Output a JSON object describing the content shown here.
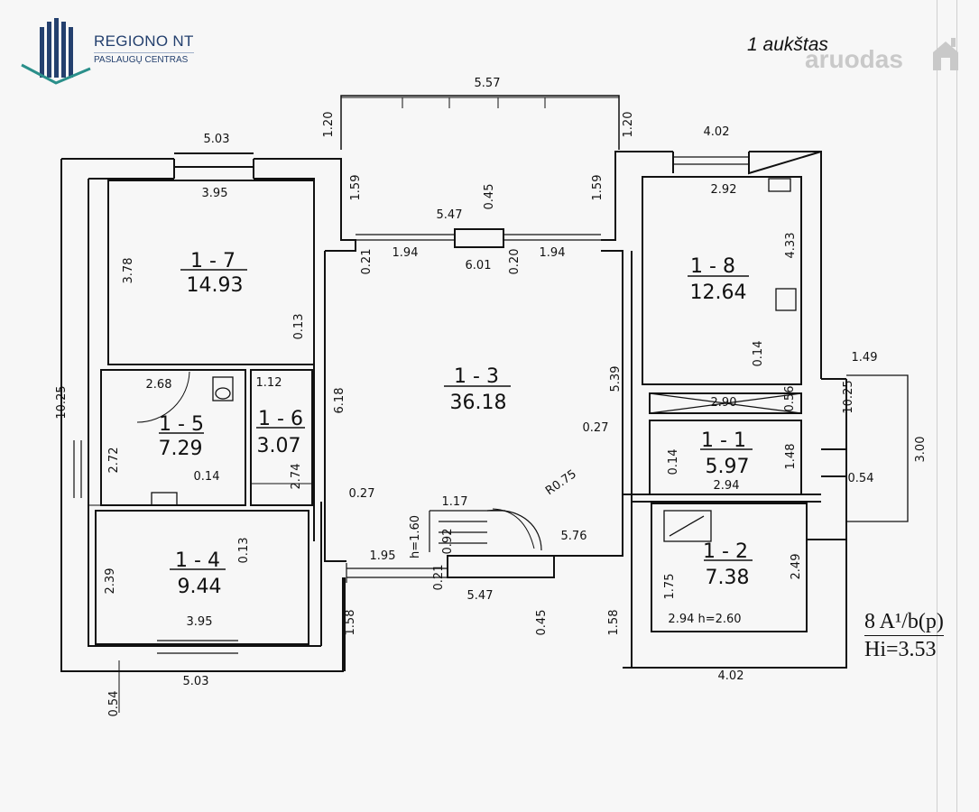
{
  "logo": {
    "name": "REGIONO  NT",
    "subtitle": "PASLAUGŲ CENTRAS"
  },
  "floor_title": "1 aukštas",
  "watermark": "aruodas",
  "stamp": {
    "line1": "8 A¹/b(p)",
    "line2": "Hi=3.53"
  },
  "rooms": [
    {
      "id": "1 - 7",
      "area": "14.93"
    },
    {
      "id": "1 - 8",
      "area": "12.64"
    },
    {
      "id": "1 - 3",
      "area": "36.18"
    },
    {
      "id": "1 - 5",
      "area": "7.29"
    },
    {
      "id": "1 - 6",
      "area": "3.07"
    },
    {
      "id": "1 - 1",
      "area": "5.97"
    },
    {
      "id": "1 - 4",
      "area": "9.44"
    },
    {
      "id": "1 - 2",
      "area": "7.38"
    }
  ],
  "dimensions": [
    "5.57",
    "1.20",
    "1.20",
    "5.03",
    "4.02",
    "3.95",
    "1.59",
    "5.47",
    "0.45",
    "1.59",
    "2.92",
    "0.21",
    "1.94",
    "6.01",
    "0.20",
    "1.94",
    "3.78",
    "4.33",
    "0.13",
    "0.14",
    "1.49",
    "10.25",
    "6.18",
    "5.39",
    "10.25",
    "2.68",
    "1.12",
    "2.90",
    "0.56",
    "0.27",
    "2.72",
    "0.14",
    "2.74",
    "0.14",
    "1.48",
    "2.94",
    "0.54",
    "3.00",
    "0.27",
    "1.17",
    "R0.75",
    "h=1.60",
    "0.92",
    "5.76",
    "0.13",
    "2.39",
    "1.95",
    "0.21",
    "5.47",
    "1.75",
    "2.49",
    "0.45",
    "1.58",
    "1.58",
    "3.95",
    "2.94 h=2.60",
    "5.03",
    "4.02",
    "0.54"
  ]
}
